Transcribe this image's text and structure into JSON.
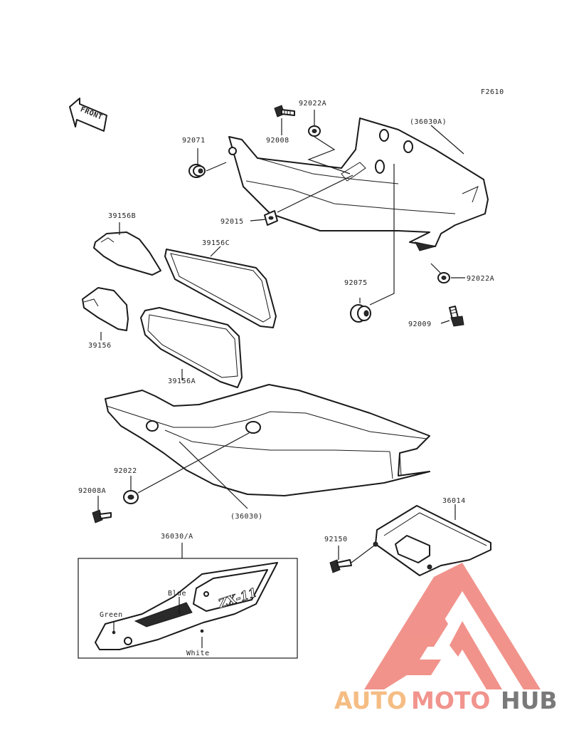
{
  "diagram": {
    "code": "F2610",
    "front_label": "FRONT",
    "parts": {
      "p92022A_top": "92022A",
      "p92008": "92008",
      "p36030A": "(36030A)",
      "p92071": "92071",
      "p92015": "92015",
      "p39156B": "39156B",
      "p39156C": "39156C",
      "p92075": "92075",
      "p92022A_right": "92022A",
      "p92009": "92009",
      "p39156": "39156",
      "p39156A": "39156A",
      "p92022": "92022",
      "p92008A": "92008A",
      "p36030": "(36030)",
      "p36014": "36014",
      "p92150": "92150",
      "p36030_A": "36030/A"
    },
    "inset": {
      "blue": "Blue",
      "green": "Green",
      "white": "White",
      "decal": "ZX-11"
    }
  },
  "watermark": {
    "auto": "AUTO",
    "moto": "MOTO",
    "hub": "HUB",
    "colors": {
      "auto": "#f5b87a",
      "moto": "#f08c84",
      "hub": "#6e6e6e",
      "triangle": "#f08a82"
    }
  }
}
